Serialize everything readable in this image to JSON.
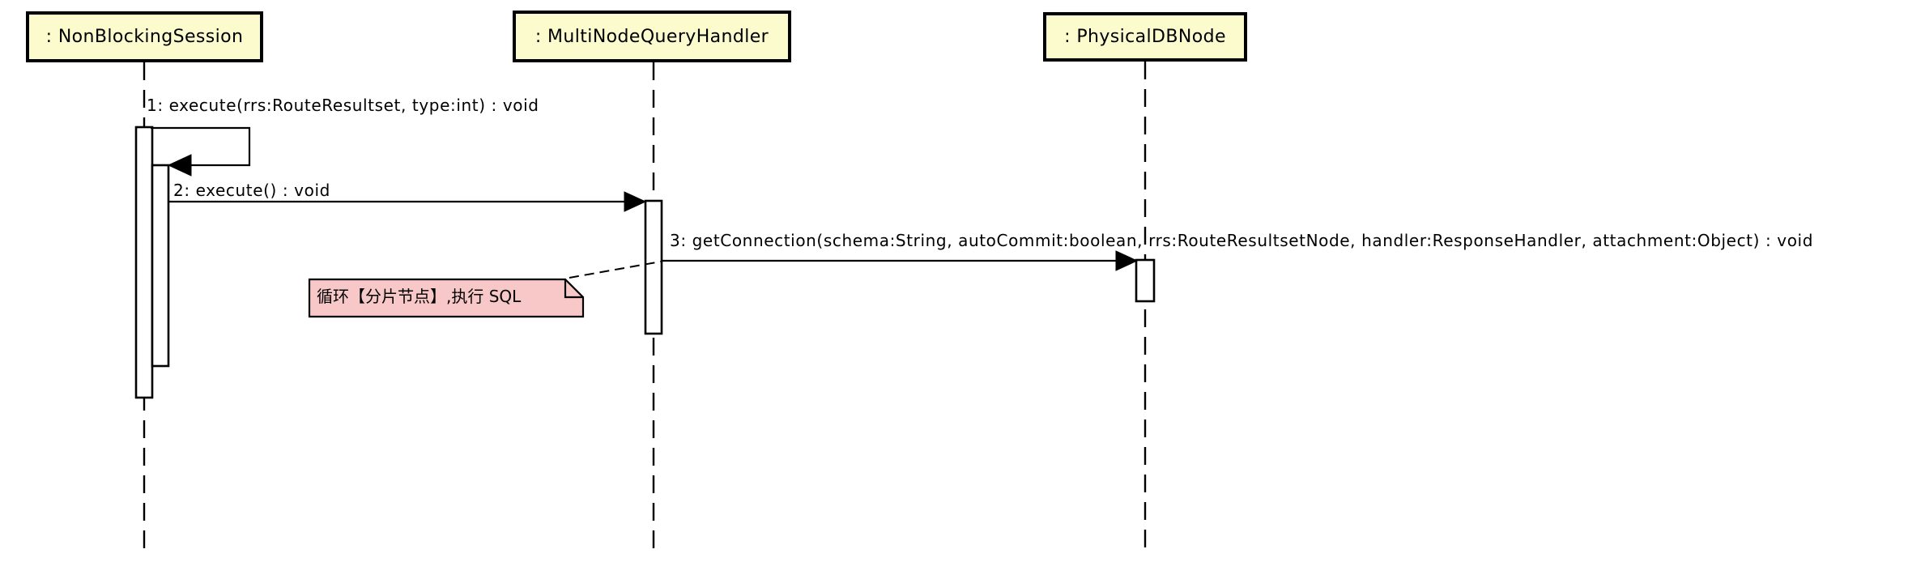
{
  "diagram_type": "uml-sequence-diagram",
  "lifelines": [
    {
      "id": "NonBlockingSession",
      "label": ": NonBlockingSession"
    },
    {
      "id": "MultiNodeQueryHandler",
      "label": ": MultiNodeQueryHandler"
    },
    {
      "id": "PhysicalDBNode",
      "label": ": PhysicalDBNode"
    }
  ],
  "messages": [
    {
      "seq": "1",
      "label": "1: execute(rrs:RouteResultset, type:int) : void",
      "from": "NonBlockingSession",
      "to": "NonBlockingSession",
      "kind": "self-call"
    },
    {
      "seq": "2",
      "label": "2: execute() : void",
      "from": "NonBlockingSession",
      "to": "MultiNodeQueryHandler",
      "kind": "call"
    },
    {
      "seq": "3",
      "label": "3: getConnection(schema:String, autoCommit:boolean, rrs:RouteResultsetNode, handler:ResponseHandler, attachment:Object) : void",
      "from": "MultiNodeQueryHandler",
      "to": "PhysicalDBNode",
      "kind": "call"
    }
  ],
  "note": {
    "text": "循环【分片节点】,执行 SQL",
    "attached_to": "MultiNodeQueryHandler"
  },
  "colors": {
    "background": "#FFFFFF",
    "line": "#000000",
    "lifeline_box_fill": "#FBFBCE",
    "lifeline_box_border": "#000000",
    "note_fill": "#F8C8C8",
    "note_border": "#000000"
  }
}
